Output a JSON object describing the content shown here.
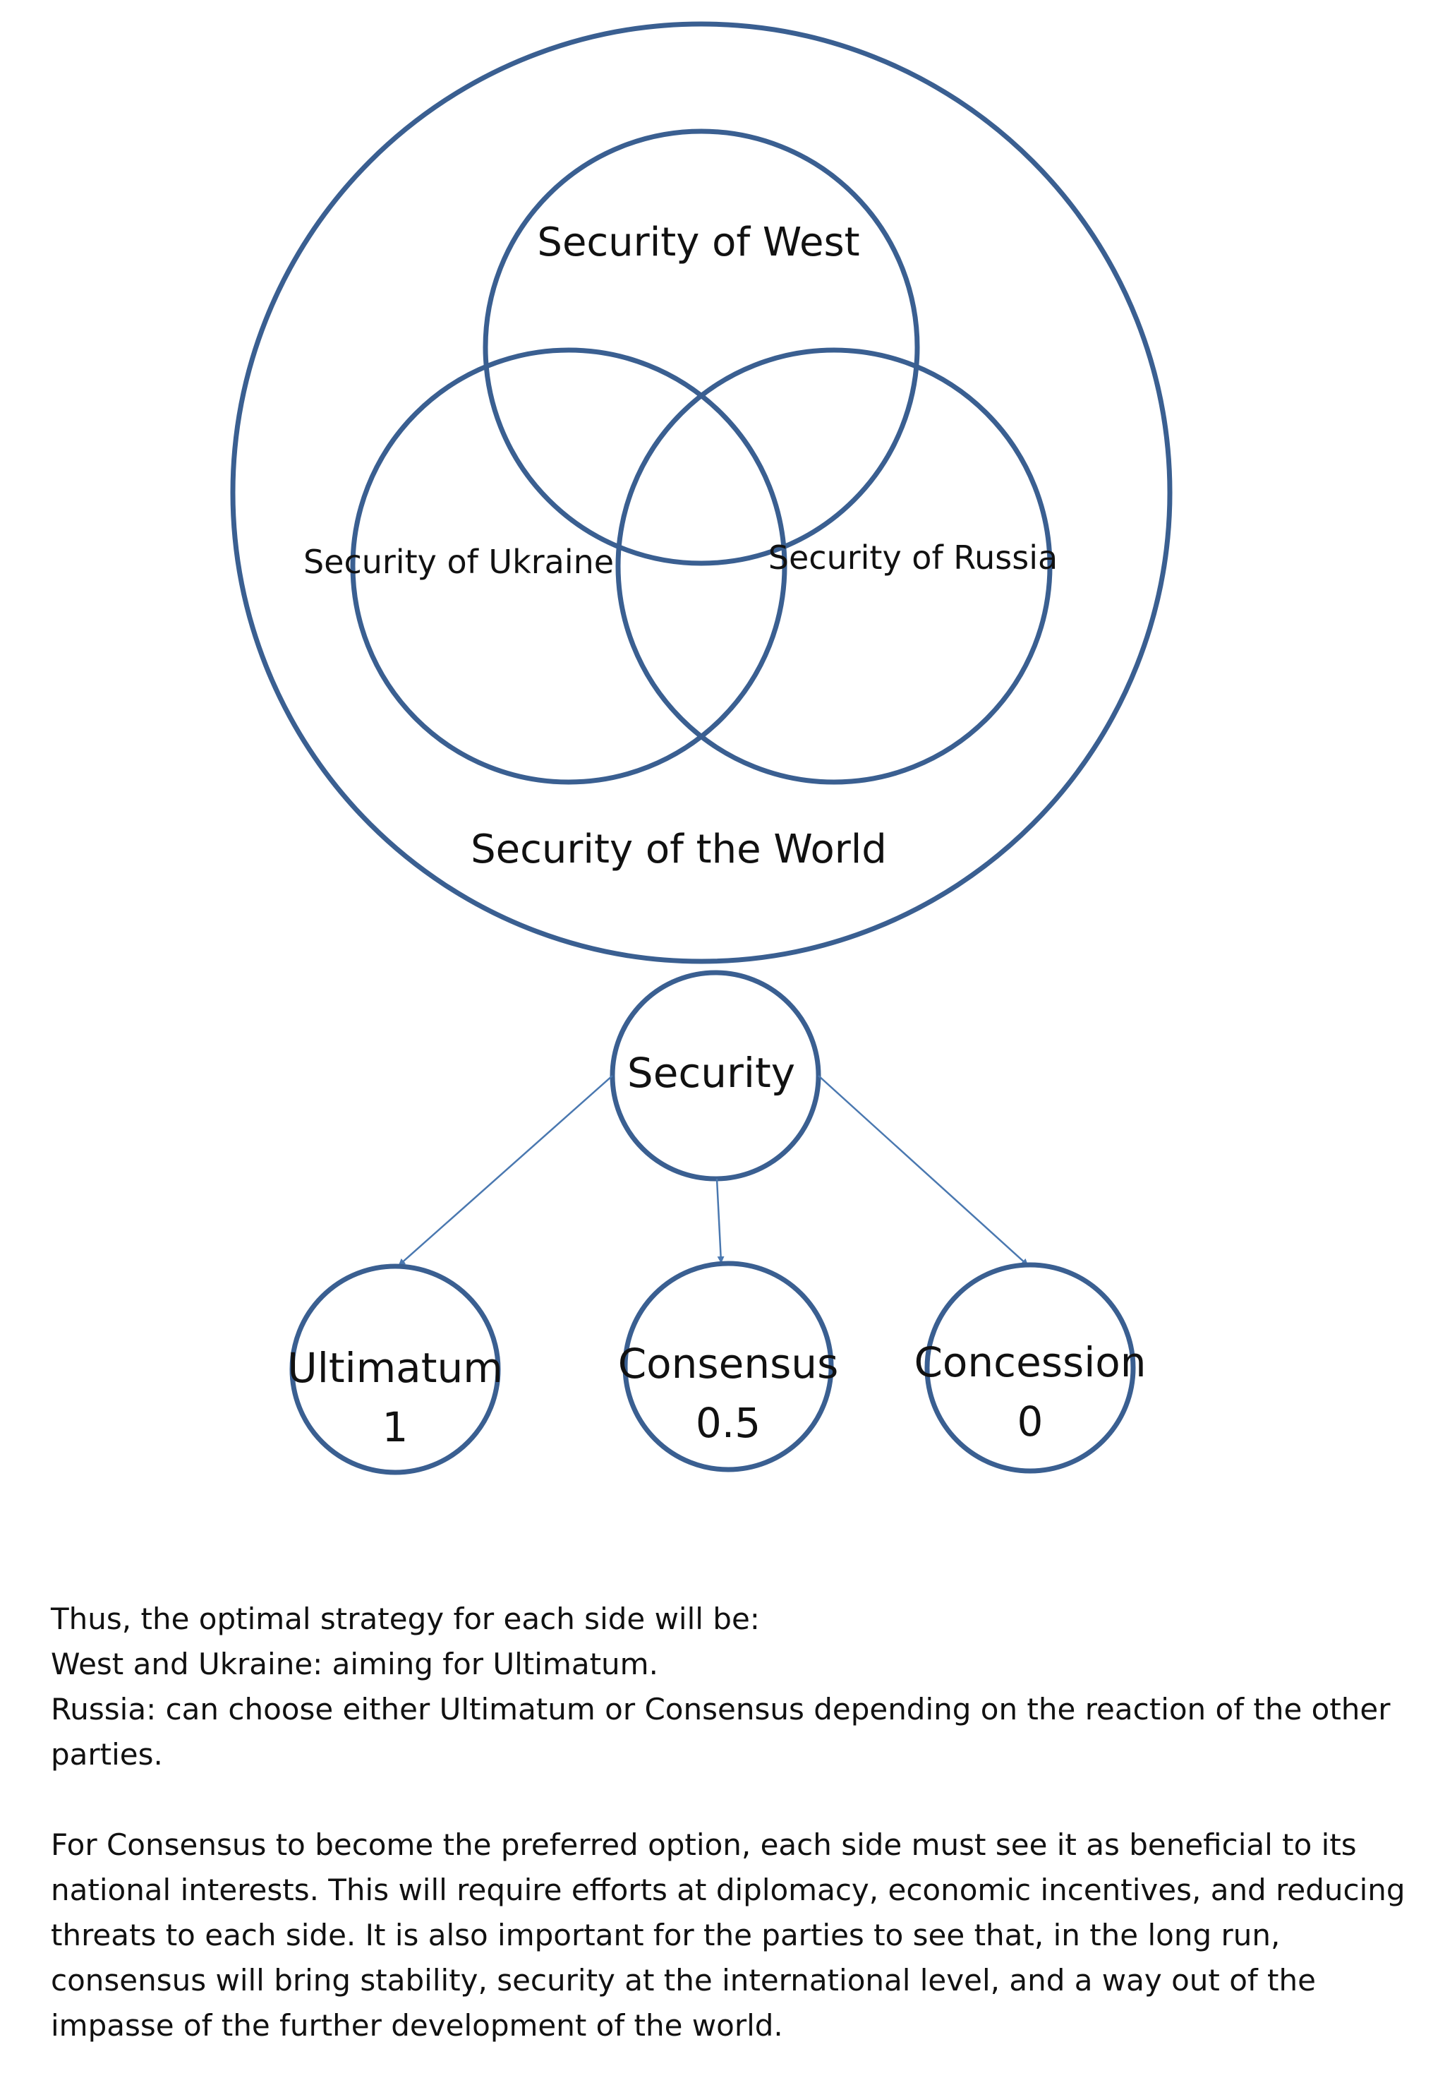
{
  "venn": {
    "outer_label": "Security of the World",
    "west_label": "Security of West",
    "ukraine_label": "Security of Ukraine",
    "russia_label": "Security of Russia"
  },
  "tree": {
    "root_label": "Security",
    "options": [
      {
        "label": "Ultimatum",
        "value": "1"
      },
      {
        "label": "Consensus",
        "value": "0.5"
      },
      {
        "label": "Concession",
        "value": "0"
      }
    ]
  },
  "text": {
    "line1": "Thus, the optimal strategy for each side will be:",
    "line2": "West and Ukraine: aiming for Ultimatum.",
    "line3": "Russia: can choose either Ultimatum or Consensus depending on the reaction of the other parties.",
    "paragraph2": "For Consensus to become the preferred option, each side must see it as beneficial to its national interests. This will require efforts at diplomacy, economic incentives, and reducing threats to each side. It is also important for the parties to see that, in the long run, consensus will bring stability, security at the international level, and a way out of the impasse of the further development of the world."
  },
  "colors": {
    "stroke": "#3a5f91",
    "arrow": "#4a78b0",
    "text": "#111111"
  }
}
